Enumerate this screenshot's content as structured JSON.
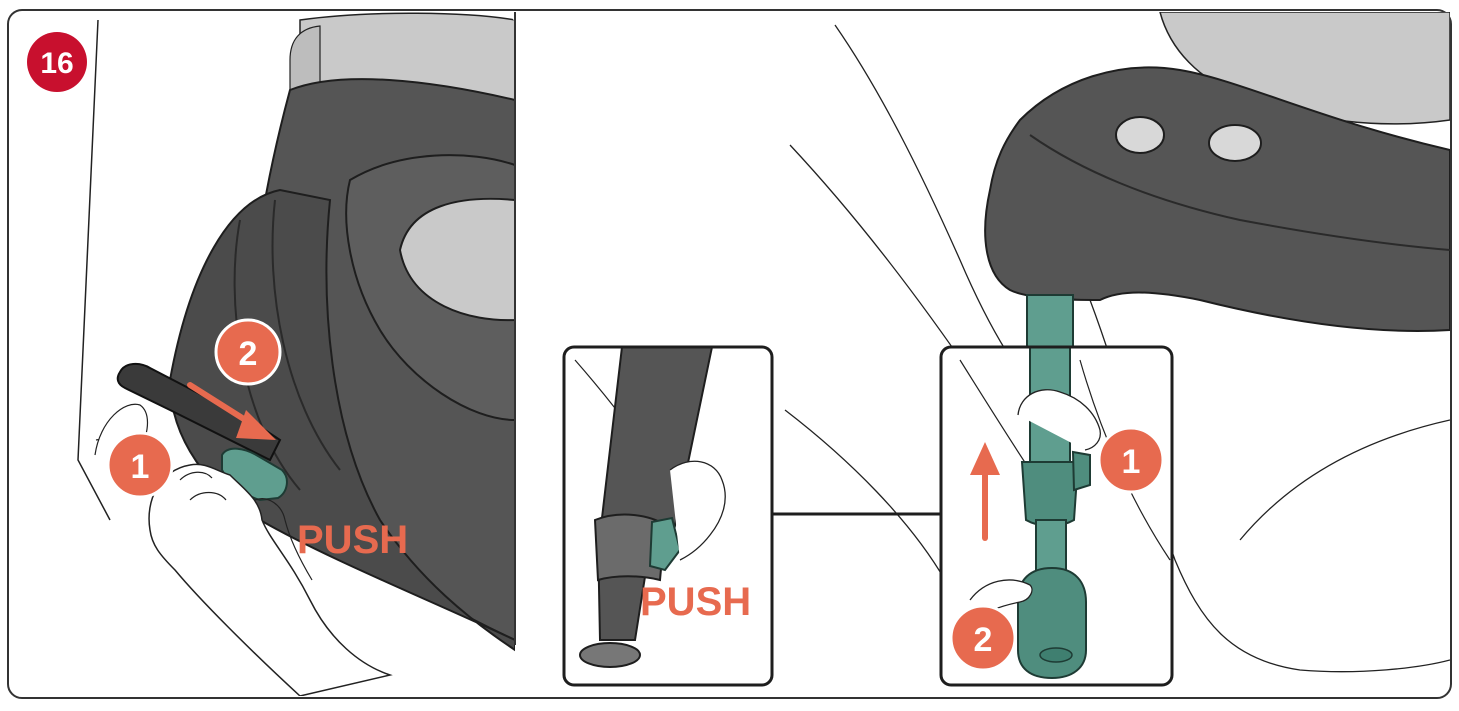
{
  "step": {
    "number": "16",
    "badge_color": "#c8102e"
  },
  "left_panel": {
    "callouts": [
      {
        "number": "1",
        "color": "#e76a4f"
      },
      {
        "number": "2",
        "color": "#e76a4f"
      }
    ],
    "action_label": "PUSH"
  },
  "right_panel": {
    "inset_left": {
      "action_label": "PUSH"
    },
    "inset_right": {
      "callouts": [
        {
          "number": "1",
          "color": "#e76a4f"
        },
        {
          "number": "2",
          "color": "#e76a4f"
        }
      ]
    }
  },
  "colors": {
    "seat_dark": "#555555",
    "seat_light": "#c9c9c9",
    "leg_green": "#5f9e8f",
    "leg_green_dark": "#3f7f70",
    "accent": "#e76a4f",
    "frame": "#333333"
  },
  "icons": [
    "arrow-diagonal-icon",
    "arrow-up-icon",
    "hand-illustration",
    "support-leg-illustration"
  ]
}
